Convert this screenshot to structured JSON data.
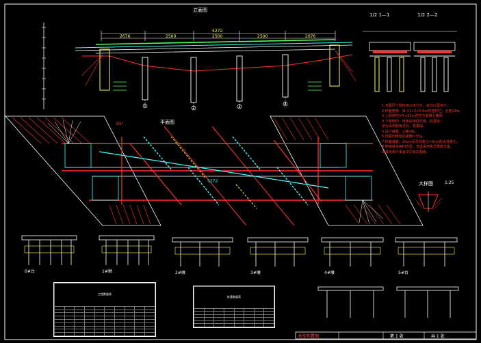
{
  "drawing": {
    "elevation_title": "立面图",
    "plan_title": "平面图",
    "section1_title": "1/2  1—1",
    "section2_title": "1/2  2—2",
    "detail_title": "大样图",
    "detail_scale": "1:25"
  },
  "elevation": {
    "total_length": "5272",
    "spans": [
      "2676",
      "2500",
      "2500",
      "2500",
      "2676"
    ],
    "piers": [
      "1",
      "2",
      "3",
      "4"
    ]
  },
  "plan": {
    "center_dim": "5272",
    "skew_angle": "35°"
  },
  "notes": {
    "items": [
      "1.本图尺寸除标高以米计外，余均以厘米计。",
      "2.桥面宽度：净-11+2×0.5m防撞护栏，全宽12m。",
      "3.上部结构为5×25m预应力混凝土箱梁。",
      "4.下部结构：桥墩采用柱式墩，桩基础；",
      "   桥台采用肋板式台，桩基础。",
      "5.设计荷载：公路-Ⅰ级。",
      "6.地震动峰值加速度0.05g。",
      "7.桥面铺装：10cm沥青混凝土+8cm防水混凝土。",
      "8.伸缩缝采用D80型，支座采用板式橡胶支座。",
      "9.其余未尽事宜详见有关图纸。"
    ]
  },
  "pier_views": {
    "labels": [
      "0#台",
      "1#墩",
      "2#墩",
      "3#墩",
      "4#墩",
      "5#台"
    ]
  },
  "tables": {
    "left_title": "工程数量表",
    "right_title": "桩基数量表"
  },
  "title_block": {
    "title": "桥型布置图",
    "sheet": "第 1 张",
    "total": "共 1 张"
  }
}
